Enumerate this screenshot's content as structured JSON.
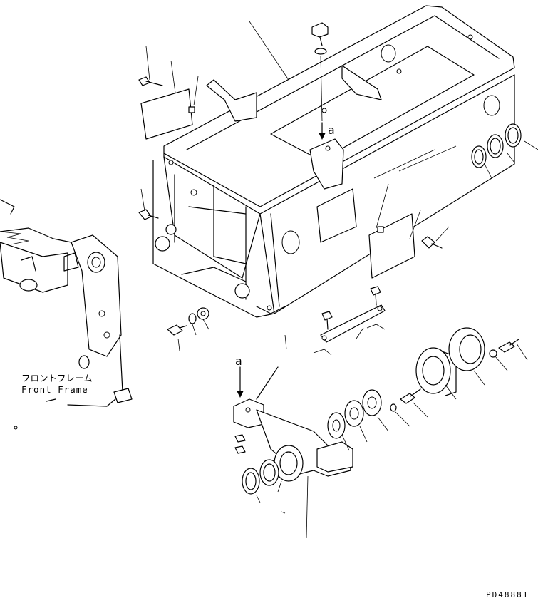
{
  "labels": {
    "arrow_a_top": "a",
    "arrow_a_bottom": "a",
    "front_frame_jp": "フロントフレーム",
    "front_frame_en": "Front Frame",
    "drawing_number": "PD48881"
  }
}
